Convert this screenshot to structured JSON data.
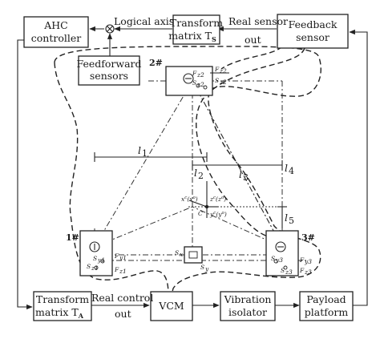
{
  "blocks": {
    "ahc_controller": [
      "AHC",
      "controller"
    ],
    "transform_ts": [
      "Transform",
      "matrix T",
      "S"
    ],
    "feedback_sensor": [
      "Feedback",
      "sensor"
    ],
    "feedforward_sensors": [
      "Feedforward",
      "sensors"
    ],
    "transform_ta": [
      "Transform",
      "matrix T",
      "A"
    ],
    "vcm": "VCM",
    "vibration_isolator": [
      "Vibration",
      "isolator"
    ],
    "payload_platform": [
      "Payload",
      "platform"
    ]
  },
  "signals": {
    "logical_axis": "Logical axis",
    "real_sensor_out": [
      "Real sensor",
      "out"
    ],
    "real_control_out": [
      "Real control",
      "out"
    ]
  },
  "units": {
    "unit2": {
      "id": "2#",
      "labels": [
        "F",
        "z2",
        "S",
        "z2"
      ]
    },
    "unit1": {
      "id": "1#",
      "labels": [
        "S",
        "y1",
        "S",
        "z1",
        "F",
        "y1",
        "F",
        "z1"
      ]
    },
    "unit3": {
      "id": "3#",
      "labels": [
        "S",
        "y3",
        "S",
        "z3",
        "F",
        "y3",
        "F",
        "z3"
      ]
    },
    "center_labels": [
      "S",
      "x",
      "S",
      "y"
    ]
  },
  "dimensions": {
    "l1": "l",
    "l1_sub": "1",
    "l2": "l",
    "l2_sub": "2",
    "l3": "l",
    "l3_sub": "3",
    "l4": "l",
    "l4_sub": "4",
    "l5": "l",
    "l5_sub": "5"
  },
  "frame": {
    "x": "x",
    "xo": "(x",
    "xo_sup": "o",
    "xo_close": ")",
    "z": "z",
    "zo": "(z",
    "zo_sup": "o",
    "zo_close": ")",
    "y": "y",
    "yo": "(y",
    "yo_sup": "o",
    "yo_close": ")",
    "c_sup": "c",
    "origin": "C"
  }
}
